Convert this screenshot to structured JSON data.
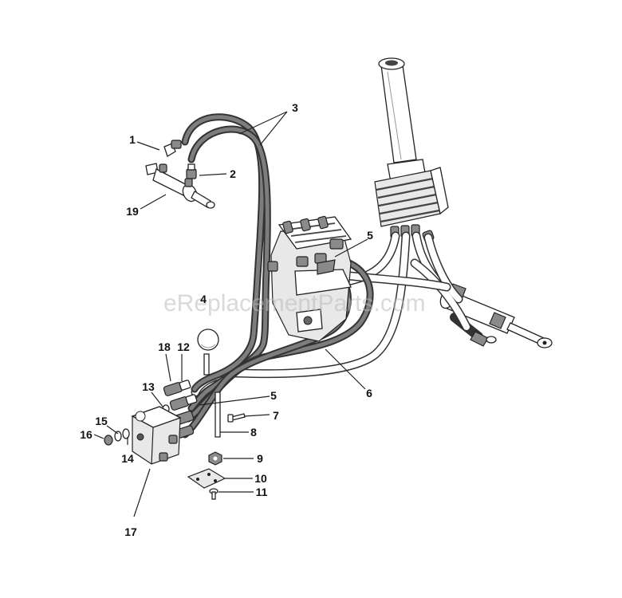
{
  "watermark": "eReplacementParts.com",
  "callouts": {
    "p1": "1",
    "p2": "2",
    "p3": "3",
    "p4": "4",
    "p5a": "5",
    "p5b": "5",
    "p6": "6",
    "p7": "7",
    "p8": "8",
    "p9": "9",
    "p10": "10",
    "p11": "11",
    "p12": "12",
    "p13": "13",
    "p14": "14",
    "p15": "15",
    "p16": "16",
    "p17": "17",
    "p18": "18",
    "p19": "19"
  }
}
